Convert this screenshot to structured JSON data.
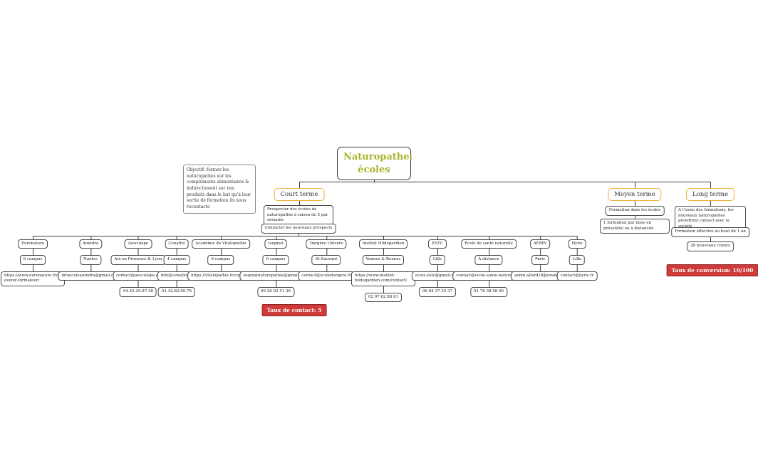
{
  "root": {
    "label": "Naturopathe: écoles"
  },
  "note": {
    "text": "Objectif: former les naturopathes sur les compléments alimentaires & indirectement sur nos produits dans le but qu'à leur sortie de formation ils nous recontacte"
  },
  "branches": {
    "court": {
      "label": "Court terme",
      "step1": "Prospecter des écoles de naturopathie à raison de 5 par semaine",
      "step2": "Contacter les nouveaux prospects",
      "badge": "Taux de contact: 5",
      "schools": [
        {
          "name": "Euronature",
          "location": "6 campus",
          "contact": "https://www.euronature.fr/devenir-formateur/"
        },
        {
          "name": "Anindra",
          "location": "Nantes",
          "contact": "infoecoleanindra@gmail.com"
        },
        {
          "name": "Aesculape",
          "location": "Aix en Provence & Lyon",
          "contact": "contact@aesculape.es",
          "phone": "04.42.29.87.48"
        },
        {
          "name": "Cenatho",
          "location": "4 campus",
          "contact": "info@cenatho.fr",
          "phone": "01.42.82.09.78"
        },
        {
          "name": "Académie de Vitalopathie",
          "location": "6 campus",
          "contact": "https://vitalopathie.fr/carriere"
        },
        {
          "name": "Isupnat",
          "location": "6 campus",
          "contact": "isupnatnaturopathie@gmail.com",
          "phone": "06 26 02 51 36"
        },
        {
          "name": "Dargère Univers",
          "location": "St-Sauvant",
          "contact": "contact@ecoledargere.fr"
        },
        {
          "name": "Institut Hildegardien",
          "location": "Vannes & Rennes",
          "contact": "https://www.institut-hildegardien.com/contact/",
          "phone": "02 97 62 88 81"
        },
        {
          "name": "ESTC",
          "location": "Lille",
          "contact": "ecole.estc@gmail.com",
          "phone": "06 84 37 35 37"
        },
        {
          "name": "École de santé naturelle",
          "location": "À distance",
          "contact": "contact@ecole-sante-naturelle.fr",
          "phone": "01 76 38 08 06"
        },
        {
          "name": "AEMN",
          "location": "Paris",
          "contact": "aemn.allard18@orange.fr"
        },
        {
          "name": "Hyris",
          "location": "Lille",
          "contact": "contact@hyris.fr"
        }
      ]
    },
    "moyen": {
      "label": "Moyen terme",
      "step1": "Formation dans les écoles",
      "step2": "1 formation par mois en présentiel ou à distanciel"
    },
    "long": {
      "label": "Long terme",
      "step1": "A l'issue des formations, les nouveaux naturopathes prendront contact avec la société",
      "step2": "Formation effective au bout de 1 an",
      "step3": "20 nouveaux clients",
      "badge": "Taux de conversion: 10/100"
    }
  },
  "colors": {
    "term_border": "#ecb23f",
    "root_text": "#a9b32c",
    "badge_bg": "#cf3b3b",
    "line": "#3f3f3f"
  }
}
